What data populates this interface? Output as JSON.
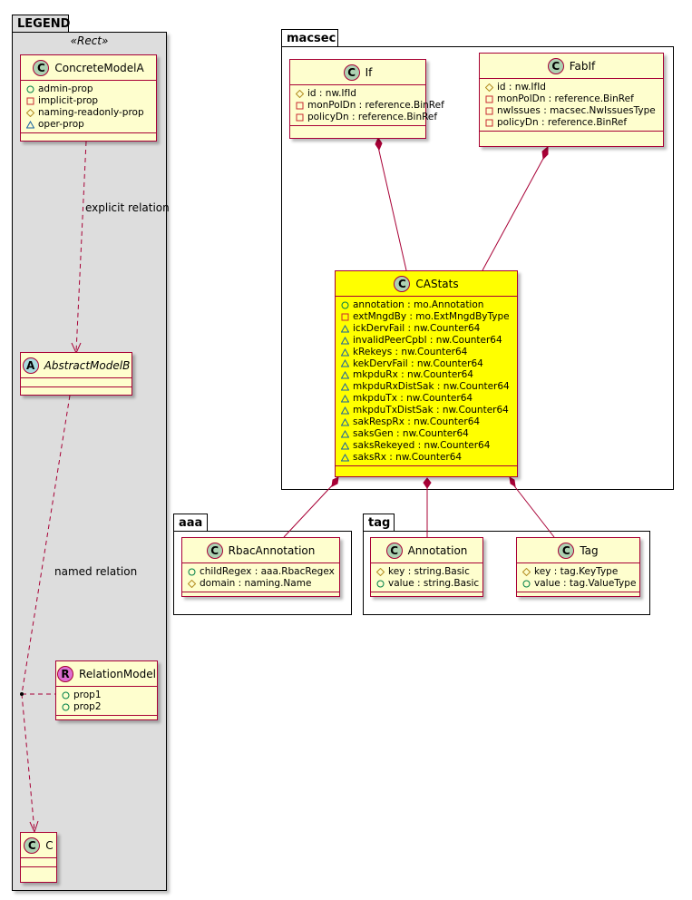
{
  "packages": {
    "legend": {
      "title": "LEGEND",
      "stereotype": "«Rect»"
    },
    "macsec": {
      "title": "macsec"
    },
    "aaa": {
      "title": "aaa"
    },
    "tag": {
      "title": "tag"
    }
  },
  "legend": {
    "concrete": {
      "name": "ConcreteModelA",
      "icon": "C",
      "attrs": [
        {
          "vis": "public",
          "text": "admin-prop"
        },
        {
          "vis": "private",
          "text": "implicit-prop"
        },
        {
          "vis": "protected",
          "text": "naming-readonly-prop"
        },
        {
          "vis": "package",
          "text": "oper-prop"
        }
      ]
    },
    "abstract": {
      "name": "AbstractModelB",
      "icon": "A"
    },
    "relation": {
      "name": "RelationModel",
      "icon": "R",
      "attrs": [
        {
          "vis": "public",
          "text": "prop1"
        },
        {
          "vis": "public",
          "text": "prop2"
        }
      ]
    },
    "c": {
      "name": "C",
      "icon": "C"
    },
    "explicit_label": "explicit relation",
    "named_label": "named relation"
  },
  "macsec": {
    "if": {
      "name": "If",
      "icon": "C",
      "attrs": [
        {
          "vis": "protected",
          "text": "id : nw.IfId"
        },
        {
          "vis": "private",
          "text": "monPolDn : reference.BinRef"
        },
        {
          "vis": "private",
          "text": "policyDn : reference.BinRef"
        }
      ]
    },
    "fabif": {
      "name": "FabIf",
      "icon": "C",
      "attrs": [
        {
          "vis": "protected",
          "text": "id : nw.IfId"
        },
        {
          "vis": "private",
          "text": "monPolDn : reference.BinRef"
        },
        {
          "vis": "private",
          "text": "nwIssues : macsec.NwIssuesType"
        },
        {
          "vis": "private",
          "text": "policyDn : reference.BinRef"
        }
      ]
    },
    "castats": {
      "name": "CAStats",
      "icon": "C",
      "attrs": [
        {
          "vis": "public",
          "text": "annotation : mo.Annotation"
        },
        {
          "vis": "private",
          "text": "extMngdBy : mo.ExtMngdByType"
        },
        {
          "vis": "package",
          "text": "ickDervFail : nw.Counter64"
        },
        {
          "vis": "package",
          "text": "invalidPeerCpbl : nw.Counter64"
        },
        {
          "vis": "package",
          "text": "kRekeys : nw.Counter64"
        },
        {
          "vis": "package",
          "text": "kekDervFail : nw.Counter64"
        },
        {
          "vis": "package",
          "text": "mkpduRx : nw.Counter64"
        },
        {
          "vis": "package",
          "text": "mkpduRxDistSak : nw.Counter64"
        },
        {
          "vis": "package",
          "text": "mkpduTx : nw.Counter64"
        },
        {
          "vis": "package",
          "text": "mkpduTxDistSak : nw.Counter64"
        },
        {
          "vis": "package",
          "text": "sakRespRx : nw.Counter64"
        },
        {
          "vis": "package",
          "text": "saksGen : nw.Counter64"
        },
        {
          "vis": "package",
          "text": "saksRekeyed : nw.Counter64"
        },
        {
          "vis": "package",
          "text": "saksRx : nw.Counter64"
        }
      ]
    }
  },
  "aaa": {
    "rbac": {
      "name": "RbacAnnotation",
      "icon": "C",
      "attrs": [
        {
          "vis": "public",
          "text": "childRegex : aaa.RbacRegex"
        },
        {
          "vis": "protected",
          "text": "domain : naming.Name"
        }
      ]
    }
  },
  "tag": {
    "annotation": {
      "name": "Annotation",
      "icon": "C",
      "attrs": [
        {
          "vis": "protected",
          "text": "key : string.Basic"
        },
        {
          "vis": "public",
          "text": "value : string.Basic"
        }
      ]
    },
    "tag": {
      "name": "Tag",
      "icon": "C",
      "attrs": [
        {
          "vis": "protected",
          "text": "key : tag.KeyType"
        },
        {
          "vis": "public",
          "text": "value : tag.ValueType"
        }
      ]
    }
  },
  "colors": {
    "class_fill": "#FEFECE",
    "class_border": "#A80036",
    "highlight": "#FFFF00",
    "legend_bg": "#DDDDDD"
  }
}
